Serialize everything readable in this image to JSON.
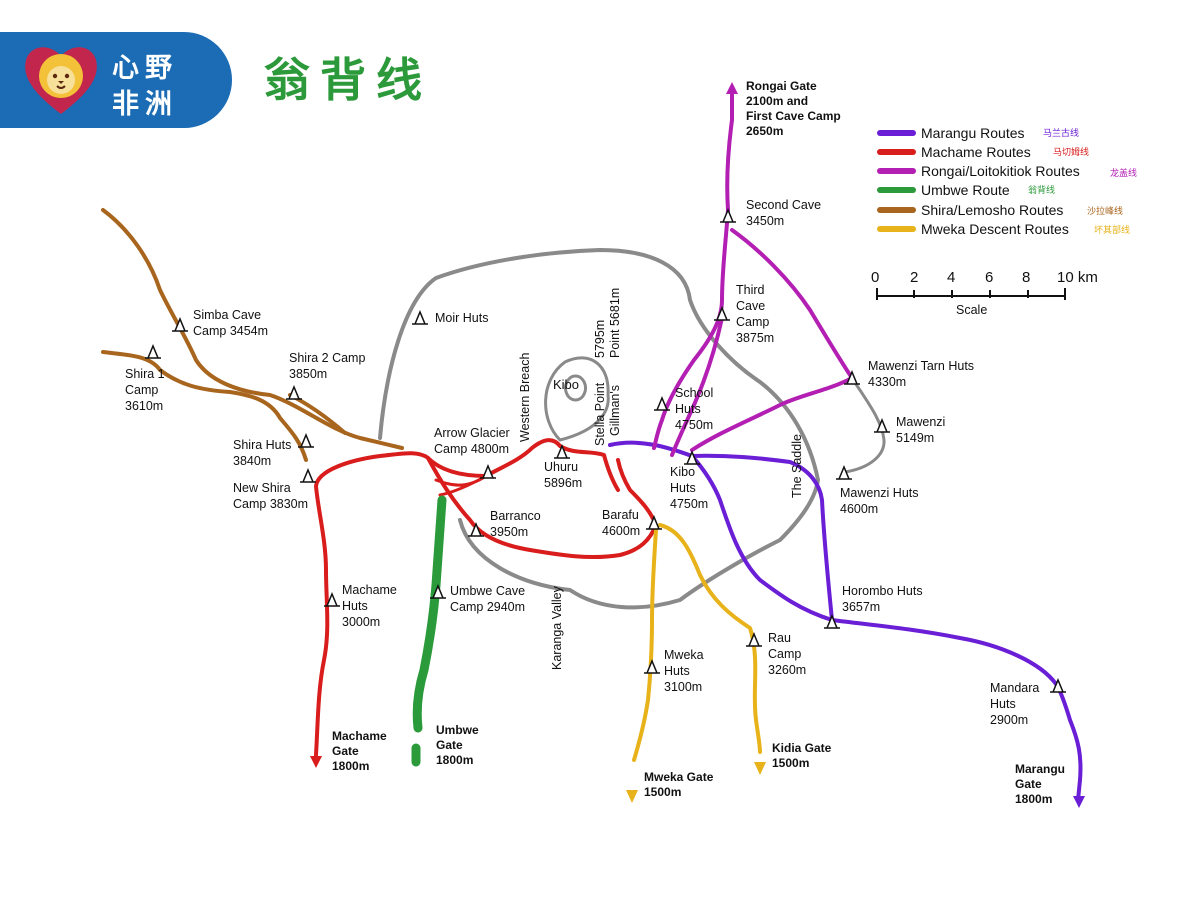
{
  "header": {
    "brand_line1": "心野",
    "brand_line2": "非洲",
    "title": "翁背线"
  },
  "colors": {
    "banner": "#1b6cb4",
    "title": "#2c9a3a",
    "marangu": "#6a1fd6",
    "machame": "#d91c1c",
    "rongai": "#b31fb3",
    "umbwe": "#2a9a3a",
    "shira": "#a8651e",
    "mweka": "#e8b21a",
    "trail": "#8a8a8a"
  },
  "legend": [
    {
      "label": "Marangu Routes",
      "cn": "马兰古线",
      "color": "#6a1fd6"
    },
    {
      "label": "Machame Routes",
      "cn": "马切姆线",
      "color": "#d91c1c"
    },
    {
      "label": "Rongai/Loitokitiok Routes",
      "cn": "龙盖线",
      "color": "#b31fb3"
    },
    {
      "label": "Umbwe Route",
      "cn": "翁背线",
      "color": "#2a9a3a"
    },
    {
      "label": "Shira/Lemosho Routes",
      "cn": "沙拉峰线",
      "color": "#a8651e"
    },
    {
      "label": "Mweka Descent Routes",
      "cn": "坏其部线",
      "color": "#e8b21a"
    }
  ],
  "scale": {
    "ticks": [
      "0",
      "2",
      "4",
      "6",
      "8",
      "10 km"
    ],
    "label": "Scale"
  },
  "places": {
    "rongai_gate": [
      "Rongai Gate",
      "2100m and",
      "First Cave Camp",
      "2650m"
    ],
    "second_cave": [
      "Second Cave",
      "3450m"
    ],
    "third_cave": [
      "Third",
      "Cave",
      "Camp",
      "3875m"
    ],
    "mawenzi_tarn": [
      "Mawenzi Tarn Huts",
      "4330m"
    ],
    "mawenzi": [
      "Mawenzi",
      "5149m"
    ],
    "mawenzi_huts": [
      "Mawenzi Huts",
      "4600m"
    ],
    "school_huts": [
      "School",
      "Huts",
      "4750m"
    ],
    "kibo_huts": [
      "Kibo",
      "Huts",
      "4750m"
    ],
    "horombo": [
      "Horombo Huts",
      "3657m"
    ],
    "mandara": [
      "Mandara",
      "Huts",
      "2900m"
    ],
    "marangu_gate": [
      "Marangu",
      "Gate",
      "1800m"
    ],
    "simba_cave": [
      "Simba Cave",
      "Camp 3454m"
    ],
    "shira1": [
      "Shira 1",
      "Camp",
      "3610m"
    ],
    "shira2": [
      "Shira 2 Camp",
      "3850m"
    ],
    "shira_huts": [
      "Shira Huts",
      "3840m"
    ],
    "new_shira": [
      "New Shira",
      "Camp 3830m"
    ],
    "moir_huts": "Moir Huts",
    "arrow_glacier": [
      "Arrow Glacier",
      "Camp 4800m"
    ],
    "western_breach": "Western Breach",
    "kibo": "Kibo",
    "stella_point": "Stella Point",
    "stella_alt": "5795m",
    "gillmans": "Gillman's",
    "gillmans_alt": "Point 5681m",
    "uhuru": [
      "Uhuru",
      "5896m"
    ],
    "barafu": [
      "Barafu",
      "4600m"
    ],
    "barranco": [
      "Barranco",
      "3950m"
    ],
    "karanga": "Karanga Valley",
    "the_saddle": "The Saddle",
    "umbwe_cave": [
      "Umbwe Cave",
      "Camp 2940m"
    ],
    "machame_huts": [
      "Machame",
      "Huts",
      "3000m"
    ],
    "machame_gate": [
      "Machame",
      "Gate",
      "1800m"
    ],
    "umbwe_gate": [
      "Umbwe",
      "Gate",
      "1800m"
    ],
    "mweka_huts": [
      "Mweka",
      "Huts",
      "3100m"
    ],
    "mweka_gate": [
      "Mweka Gate",
      "1500m"
    ],
    "rau_camp": [
      "Rau",
      "Camp",
      "3260m"
    ],
    "kidia_gate": [
      "Kidia Gate",
      "1500m"
    ]
  }
}
